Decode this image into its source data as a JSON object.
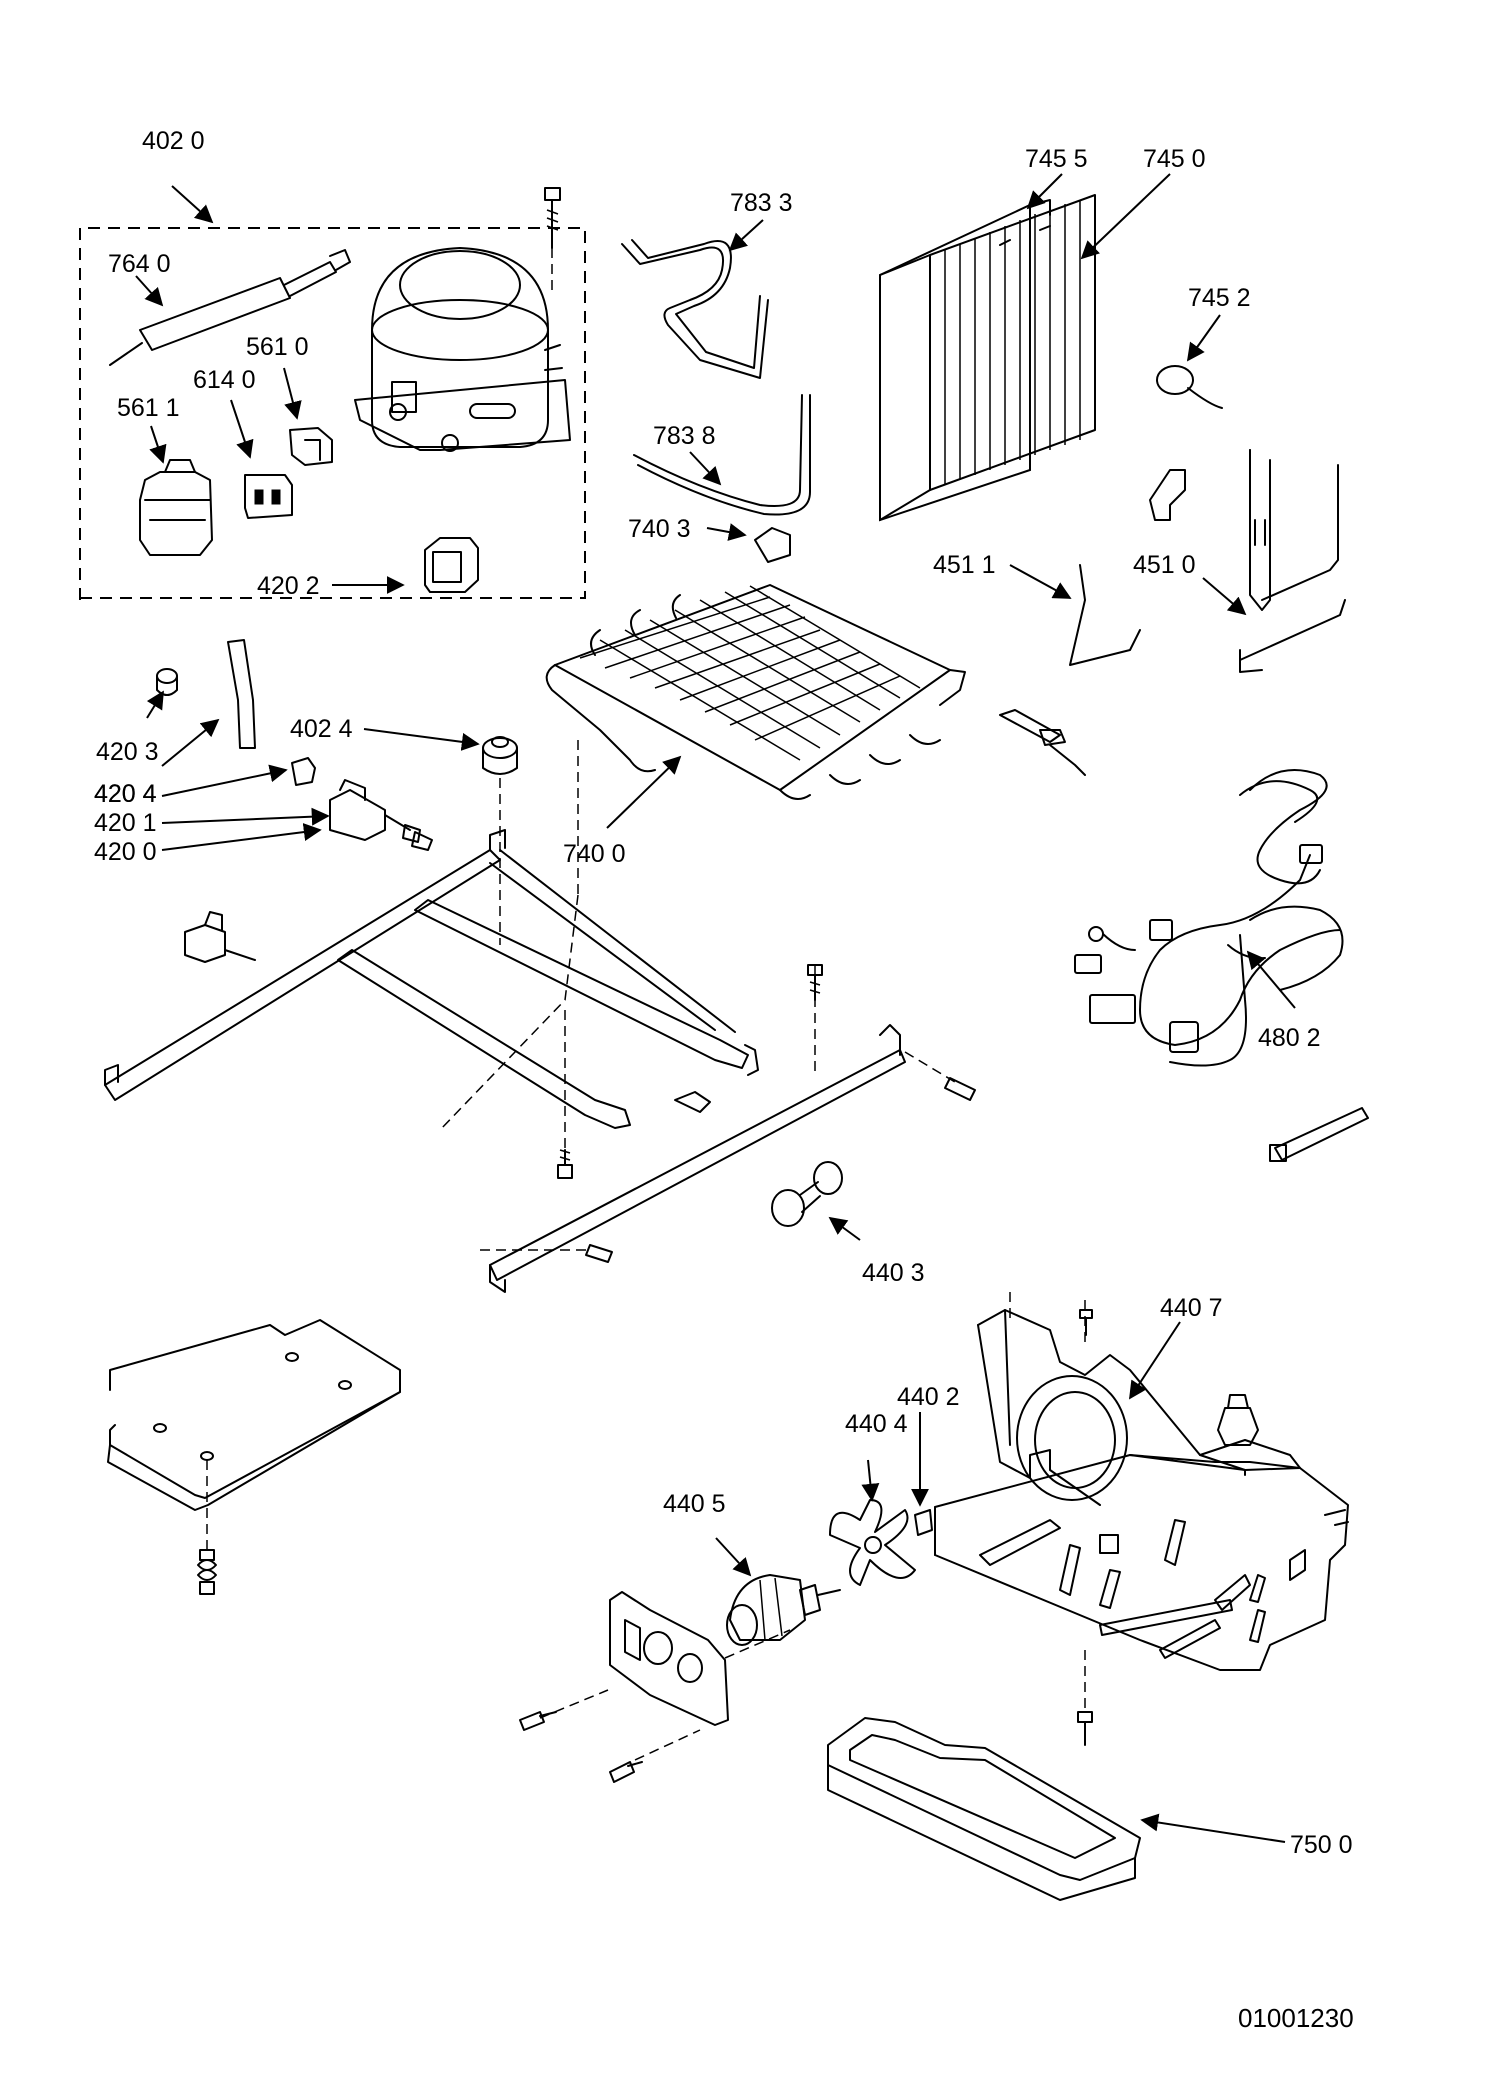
{
  "labels": [
    "402 0",
    "764 0",
    "561 0",
    "614 0",
    "561 1",
    "420 2",
    "783 3",
    "783 8",
    "740 3",
    "745 5",
    "745 0",
    "745 2",
    "451 1",
    "451 0",
    "420 3",
    "420 4",
    "402 4",
    "420 4",
    "420 1",
    "420 0",
    "740 0",
    "480 2",
    "440 3",
    "440 7",
    "440 2",
    "440 4",
    "440 5",
    "750 0"
  ],
  "document_number": "01001230"
}
